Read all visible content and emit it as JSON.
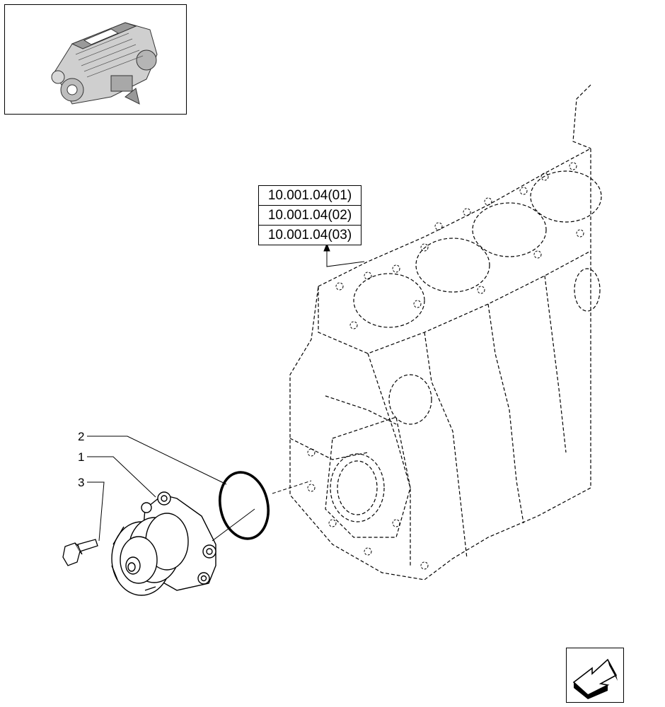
{
  "references": [
    "10.001.04(01)",
    "10.001.04(02)",
    "10.001.04(03)"
  ],
  "callouts": {
    "c1": "1",
    "c2": "2",
    "c3": "3"
  },
  "nav": {
    "icon": "arrow-back-icon"
  }
}
